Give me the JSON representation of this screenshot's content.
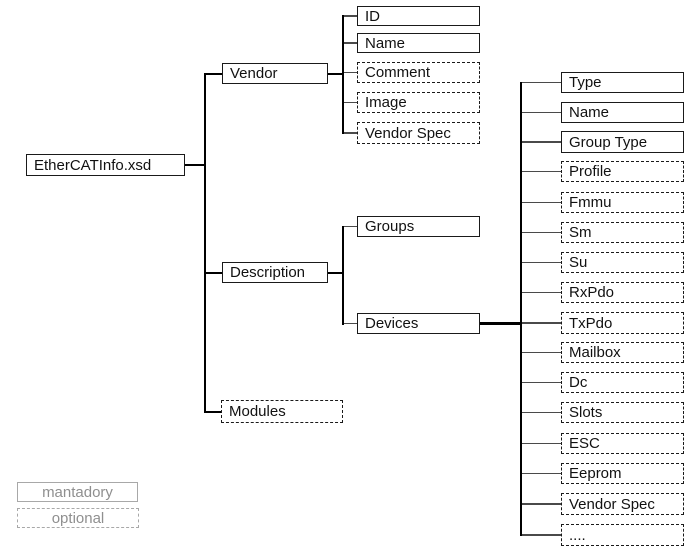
{
  "diagram": {
    "title": "EtherCATInfo.xsd schema element tree",
    "nodes": [
      {
        "id": "ethercatinfo-xsd",
        "label": "EtherCATInfo.xsd",
        "kind": "mandatory",
        "parent": null
      },
      {
        "id": "vendor",
        "label": "Vendor",
        "kind": "mandatory",
        "parent": "ethercatinfo-xsd"
      },
      {
        "id": "id",
        "label": "ID",
        "kind": "mandatory",
        "parent": "vendor"
      },
      {
        "id": "name",
        "label": "Name",
        "kind": "mandatory",
        "parent": "vendor"
      },
      {
        "id": "comment",
        "label": "Comment",
        "kind": "optional",
        "parent": "vendor"
      },
      {
        "id": "image",
        "label": "Image",
        "kind": "optional",
        "parent": "vendor"
      },
      {
        "id": "vendor-spec",
        "label": "Vendor Spec",
        "kind": "optional",
        "parent": "vendor"
      },
      {
        "id": "description",
        "label": "Description",
        "kind": "mandatory",
        "parent": "ethercatinfo-xsd"
      },
      {
        "id": "groups",
        "label": "Groups",
        "kind": "mandatory",
        "parent": "description"
      },
      {
        "id": "devices",
        "label": "Devices",
        "kind": "mandatory",
        "parent": "description"
      },
      {
        "id": "type",
        "label": "Type",
        "kind": "mandatory",
        "parent": "devices"
      },
      {
        "id": "device-name",
        "label": "Name",
        "kind": "mandatory",
        "parent": "devices"
      },
      {
        "id": "group-type",
        "label": "Group Type",
        "kind": "mandatory",
        "parent": "devices"
      },
      {
        "id": "profile",
        "label": "Profile",
        "kind": "optional",
        "parent": "devices"
      },
      {
        "id": "fmmu",
        "label": "Fmmu",
        "kind": "optional",
        "parent": "devices"
      },
      {
        "id": "sm",
        "label": "Sm",
        "kind": "optional",
        "parent": "devices"
      },
      {
        "id": "su",
        "label": "Su",
        "kind": "optional",
        "parent": "devices"
      },
      {
        "id": "rxpdo",
        "label": "RxPdo",
        "kind": "optional",
        "parent": "devices"
      },
      {
        "id": "txpdo",
        "label": "TxPdo",
        "kind": "optional",
        "parent": "devices"
      },
      {
        "id": "mailbox",
        "label": "Mailbox",
        "kind": "optional",
        "parent": "devices"
      },
      {
        "id": "dc",
        "label": "Dc",
        "kind": "optional",
        "parent": "devices"
      },
      {
        "id": "slots",
        "label": "Slots",
        "kind": "optional",
        "parent": "devices"
      },
      {
        "id": "esc",
        "label": "ESC",
        "kind": "optional",
        "parent": "devices"
      },
      {
        "id": "eeprom",
        "label": "Eeprom",
        "kind": "optional",
        "parent": "devices"
      },
      {
        "id": "vendor-spec-2",
        "label": "Vendor Spec",
        "kind": "optional",
        "parent": "devices"
      },
      {
        "id": "ellipsis",
        "label": "....",
        "kind": "optional",
        "parent": "devices"
      },
      {
        "id": "modules",
        "label": "Modules",
        "kind": "optional",
        "parent": "ethercatinfo-xsd"
      }
    ]
  },
  "legend": {
    "items": [
      {
        "id": "mandatory",
        "label": "mantadory",
        "kind": "mandatory"
      },
      {
        "id": "optional",
        "label": "optional",
        "kind": "optional"
      }
    ]
  },
  "colors": {
    "background": "#ffffff",
    "node_border": "#1a1a1a",
    "text": "#111111",
    "trunk_line": "#000000",
    "stub_line": "#4a4a4a",
    "legend_border": "#a8a8a8",
    "legend_text": "#8f8f8f"
  }
}
